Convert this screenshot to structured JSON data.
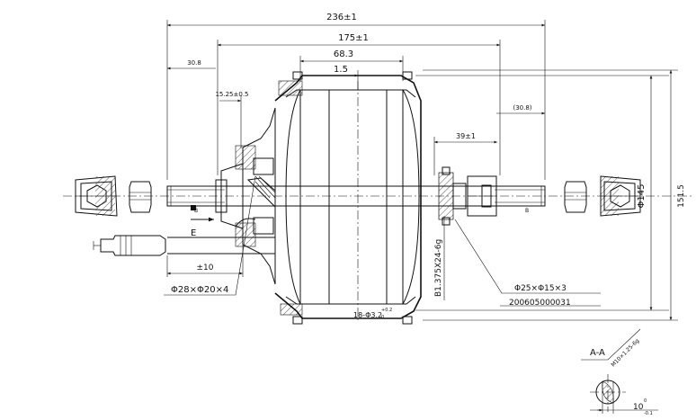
{
  "drawing": {
    "dims": {
      "overall": "236±1",
      "width_175": "175±1",
      "d683": "68.3",
      "d15": "1.5",
      "left_308": "30.8",
      "right_308": "(30.8)",
      "d1525": "15.25±0.5",
      "d39": "39±1",
      "pm10": "±10",
      "dia145": "Φ145",
      "d1515": "151.5",
      "d10": "10",
      "d10_tol_top": "0",
      "d10_tol_bot": "-0.1"
    },
    "labels": {
      "direction_E": "E",
      "cable_spec": "Φ28×Φ20×4",
      "bearing": "B1.375X24-6g",
      "hole_spec": "Φ25×Φ15×3",
      "part_no": "200605000031",
      "holes": "18-Φ3.2",
      "holes_tol_top": "+0.2",
      "holes_tol_bot": "0",
      "section": "A-A",
      "thread": "M10×1.25-6g",
      "b_left": "B",
      "b_right": "B"
    }
  }
}
